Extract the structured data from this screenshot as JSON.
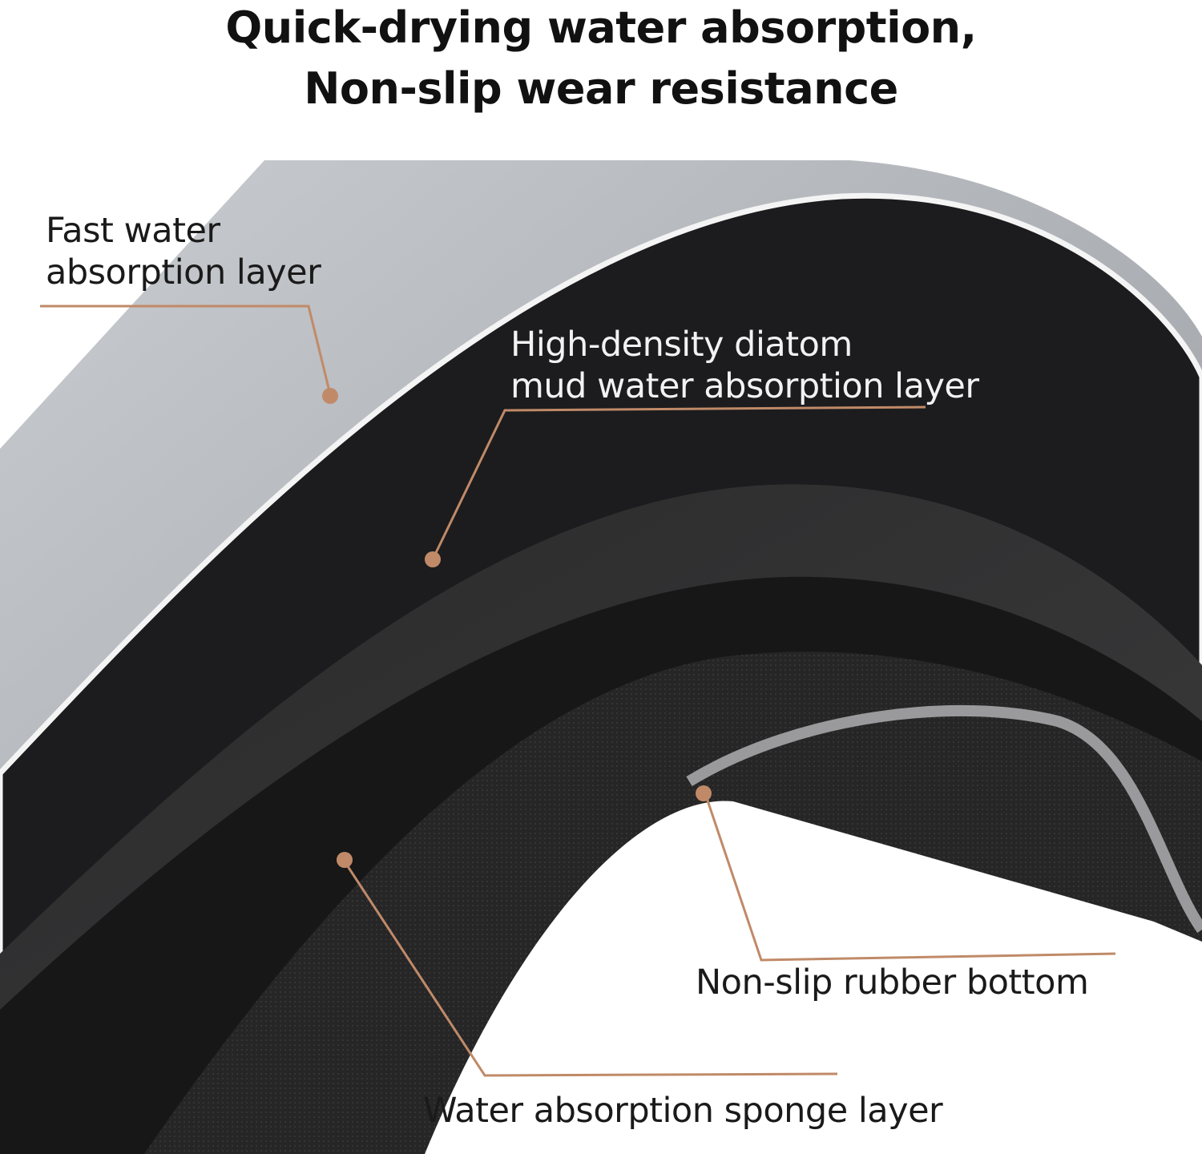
{
  "title": {
    "line1": "Quick-drying water absorption,",
    "line2": "Non-slip wear resistance"
  },
  "labels": {
    "fast_layer": [
      "Fast water",
      "absorption layer"
    ],
    "diatom_layer": [
      "High-density diatom",
      "mud water absorption layer"
    ],
    "rubber_bottom": "Non-slip rubber bottom",
    "sponge_layer": "Water absorption sponge layer"
  },
  "colors": {
    "leader": "#c08a68",
    "top_surface": "#b4b8bc",
    "dark_layer": "#1c1c1e"
  }
}
